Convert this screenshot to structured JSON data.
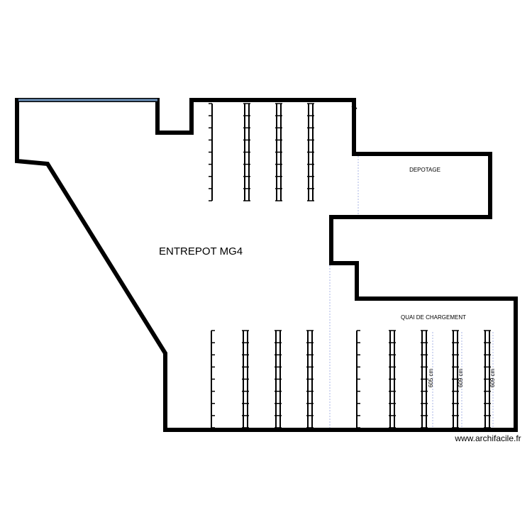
{
  "plan": {
    "title": "ENTREPOT MG4",
    "rooms": {
      "depotage": "DEPOTAGE",
      "quai": "QUAI DE CHARGEMENT"
    },
    "dimensions": [
      "605 cm",
      "609 cm",
      "609 cm"
    ],
    "watermark": "www.archifacile.fr",
    "colors": {
      "wall": "#000000",
      "window": "#6a90b8",
      "guide": "#aab4e6"
    }
  }
}
